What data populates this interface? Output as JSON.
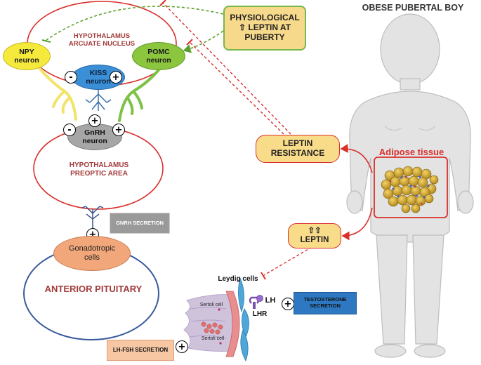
{
  "title": "OBESE PUBERTAL BOY",
  "hypothalamus_arcuate": "HYPOTHALAMUS\nARCUATE NUCLEUS",
  "npy_neuron": "NPY\nneuron",
  "pomc_neuron": "POMC\nneuron",
  "kiss_neuron": "KISS\nneuron",
  "gnrh_neuron": "GnRH\nneuron",
  "hypothalamus_preoptic": "HYPOTHALAMUS\nPREOPTIC AREA",
  "gnrh_secretion": "GNRH SECRETION",
  "gonadotropic_cells": "Gonadotropic\ncells",
  "anterior_pituitary": "ANTERIOR PITUITARY",
  "physiological_leptin": "PHYSIOLOGICAL\n⇧ LEPTIN AT\nPUBERTY",
  "leptin_resistance": "LEPTIN\nRESISTANCE",
  "adipose_tissue": "Adipose tissue",
  "leptin_increase": "⇧⇧\nLEPTIN",
  "leydig_cells": "Leydig cells",
  "sertoli_cell_1": "Sertoli cell",
  "sertoli_cell_2": "Sertoli cell",
  "lh": "LH",
  "lhr": "LHR",
  "testosterone_secretion": "TESTOSTERONE\nSECRETION",
  "lh_fsh_secretion": "LH-FSH SECRETION",
  "sign_plus": "+",
  "sign_minus": "-",
  "colors": {
    "hypothalamus_red": "#d9302c",
    "npy_yellow": "#f5ea3c",
    "pomc_green": "#8cc63f",
    "kiss_blue": "#3b8fd6",
    "gnrh_gray": "#a6a6a6",
    "gonadotropic_orange": "#f2a77a",
    "pituitary_blue": "#3a5a9c",
    "leptin_box": "#f9dc8a",
    "physio_box": "#f7d98c",
    "physio_border": "#76b84a",
    "testosterone_box": "#2e78c2",
    "lhfsh_box": "#f7c6a3",
    "gnrh_secretion_box": "#9a9a9a"
  }
}
